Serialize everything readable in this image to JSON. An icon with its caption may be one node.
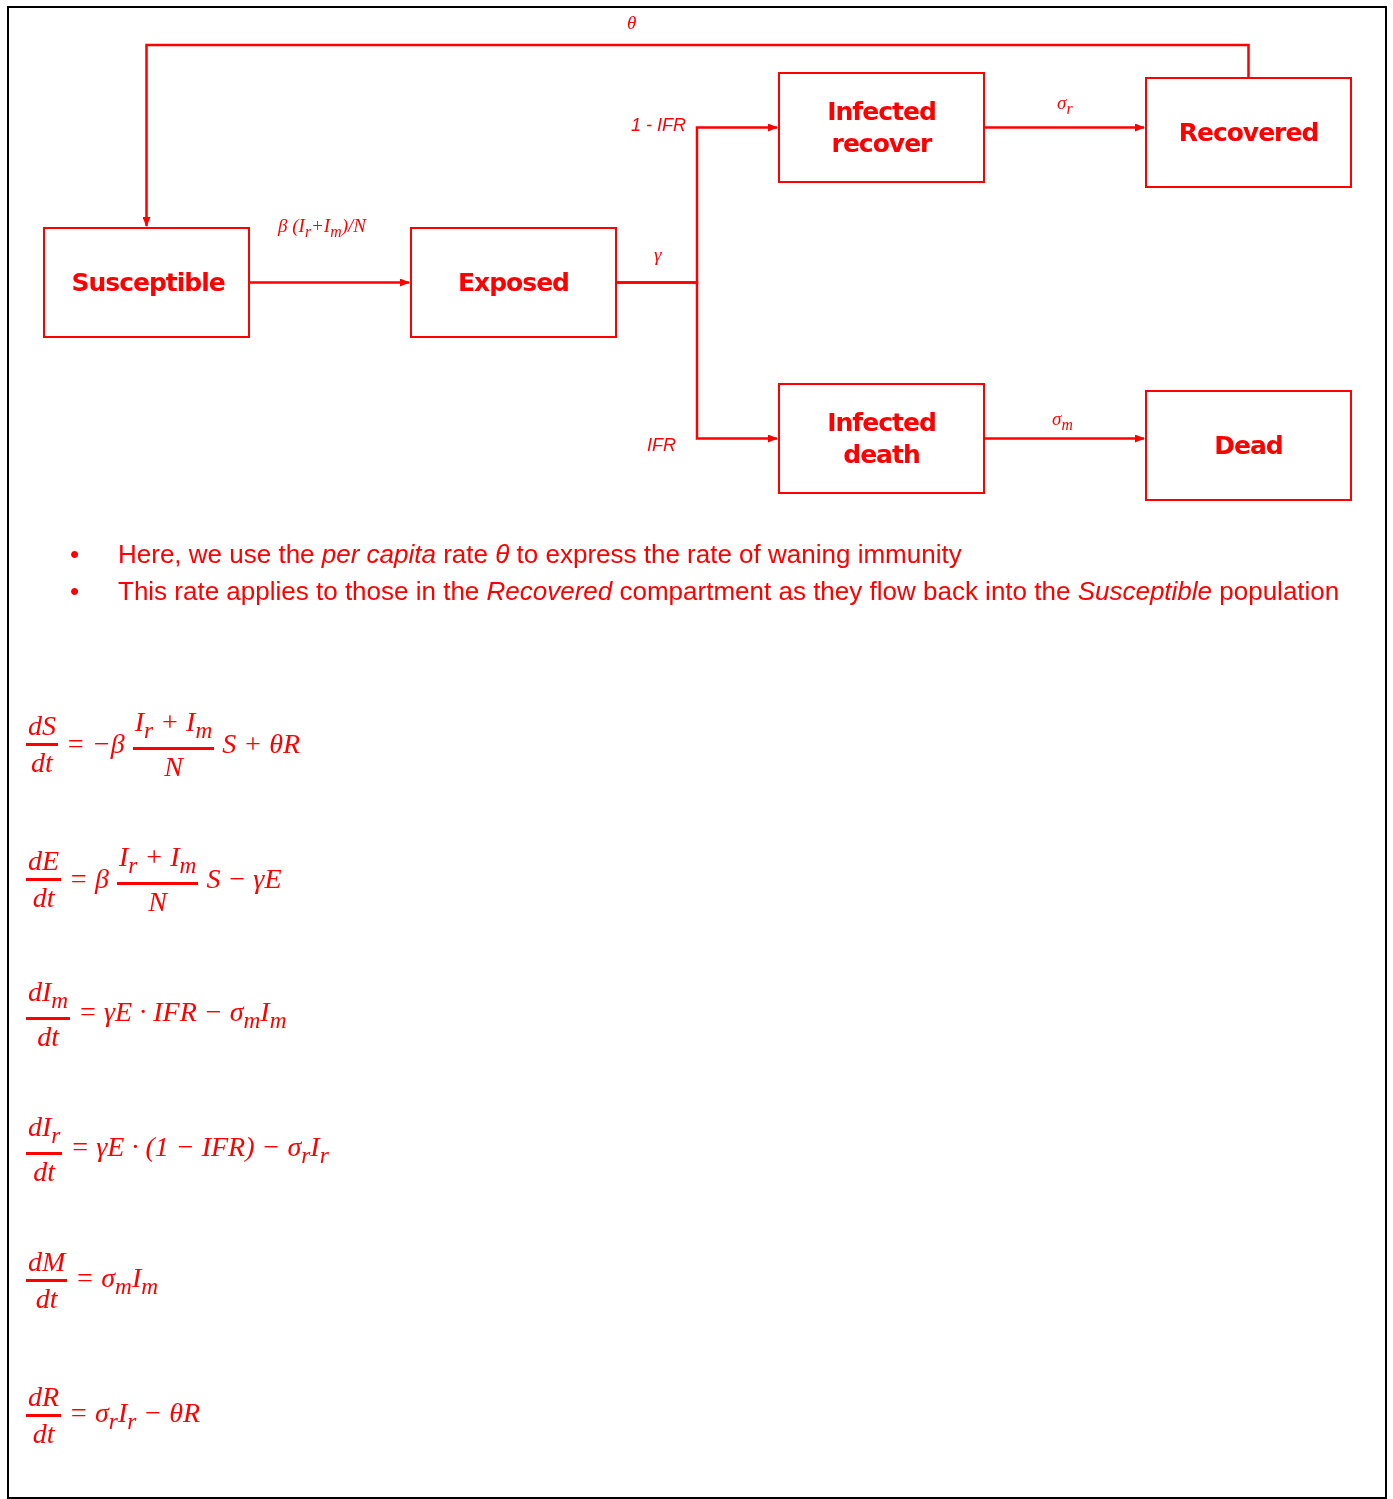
{
  "diagram": {
    "nodes": [
      {
        "text": [
          "Susceptible"
        ]
      },
      {
        "text": [
          "Exposed"
        ]
      },
      {
        "text": [
          "Infected recover"
        ]
      },
      {
        "text": [
          "Recovered"
        ]
      },
      {
        "text": [
          "Infected death"
        ]
      },
      {
        "text": [
          "Dead"
        ]
      }
    ],
    "edges": [
      {
        "from": 0,
        "to": 1,
        "arrow": "to",
        "label": "β (I$_{r}$+I$_{m}$)/N"
      },
      {
        "from": 1,
        "to": 2,
        "arrow": "to",
        "label": "1 - IFR"
      },
      {
        "from": 1,
        "to": 4,
        "arrow": "to",
        "label": "IFR"
      },
      {
        "from": 2,
        "to": 3,
        "arrow": "to",
        "label": "σ$_{r}$"
      },
      {
        "from": 4,
        "to": 5,
        "arrow": "to",
        "label": "σ$_{m}$"
      },
      {
        "from": 3,
        "to": 0,
        "arrow": "to",
        "label": "θ"
      }
    ],
    "labels": [
      "γ",
      "•",
      "Here, we use the *per capita* rate *θ* to express the rate of waning immunity",
      "•",
      "This rate applies to those in the *Recovered* compartment as they flow back into the *Susceptible* population",
      "dS",
      "dt",
      "= −β",
      "I$_{r}$ + I$_{m}$",
      "N",
      "S + θR",
      "dE",
      "dt",
      "= β",
      "I$_{r}$ + I$_{m}$",
      "N",
      "S − γE",
      "dI$_{m}$",
      "dt",
      "= γE · IFR − σ$_{m}$I$_{m}$",
      "dI$_{r}$",
      "dt",
      "= γE · (1 − IFR) − σ$_{r}$I$_{r}$",
      "dM",
      "dt",
      "= σ$_{m}$I$_{m}$",
      "dR",
      "dt",
      "= σ$_{r}$I$_{r}$ − θR"
    ]
  }
}
